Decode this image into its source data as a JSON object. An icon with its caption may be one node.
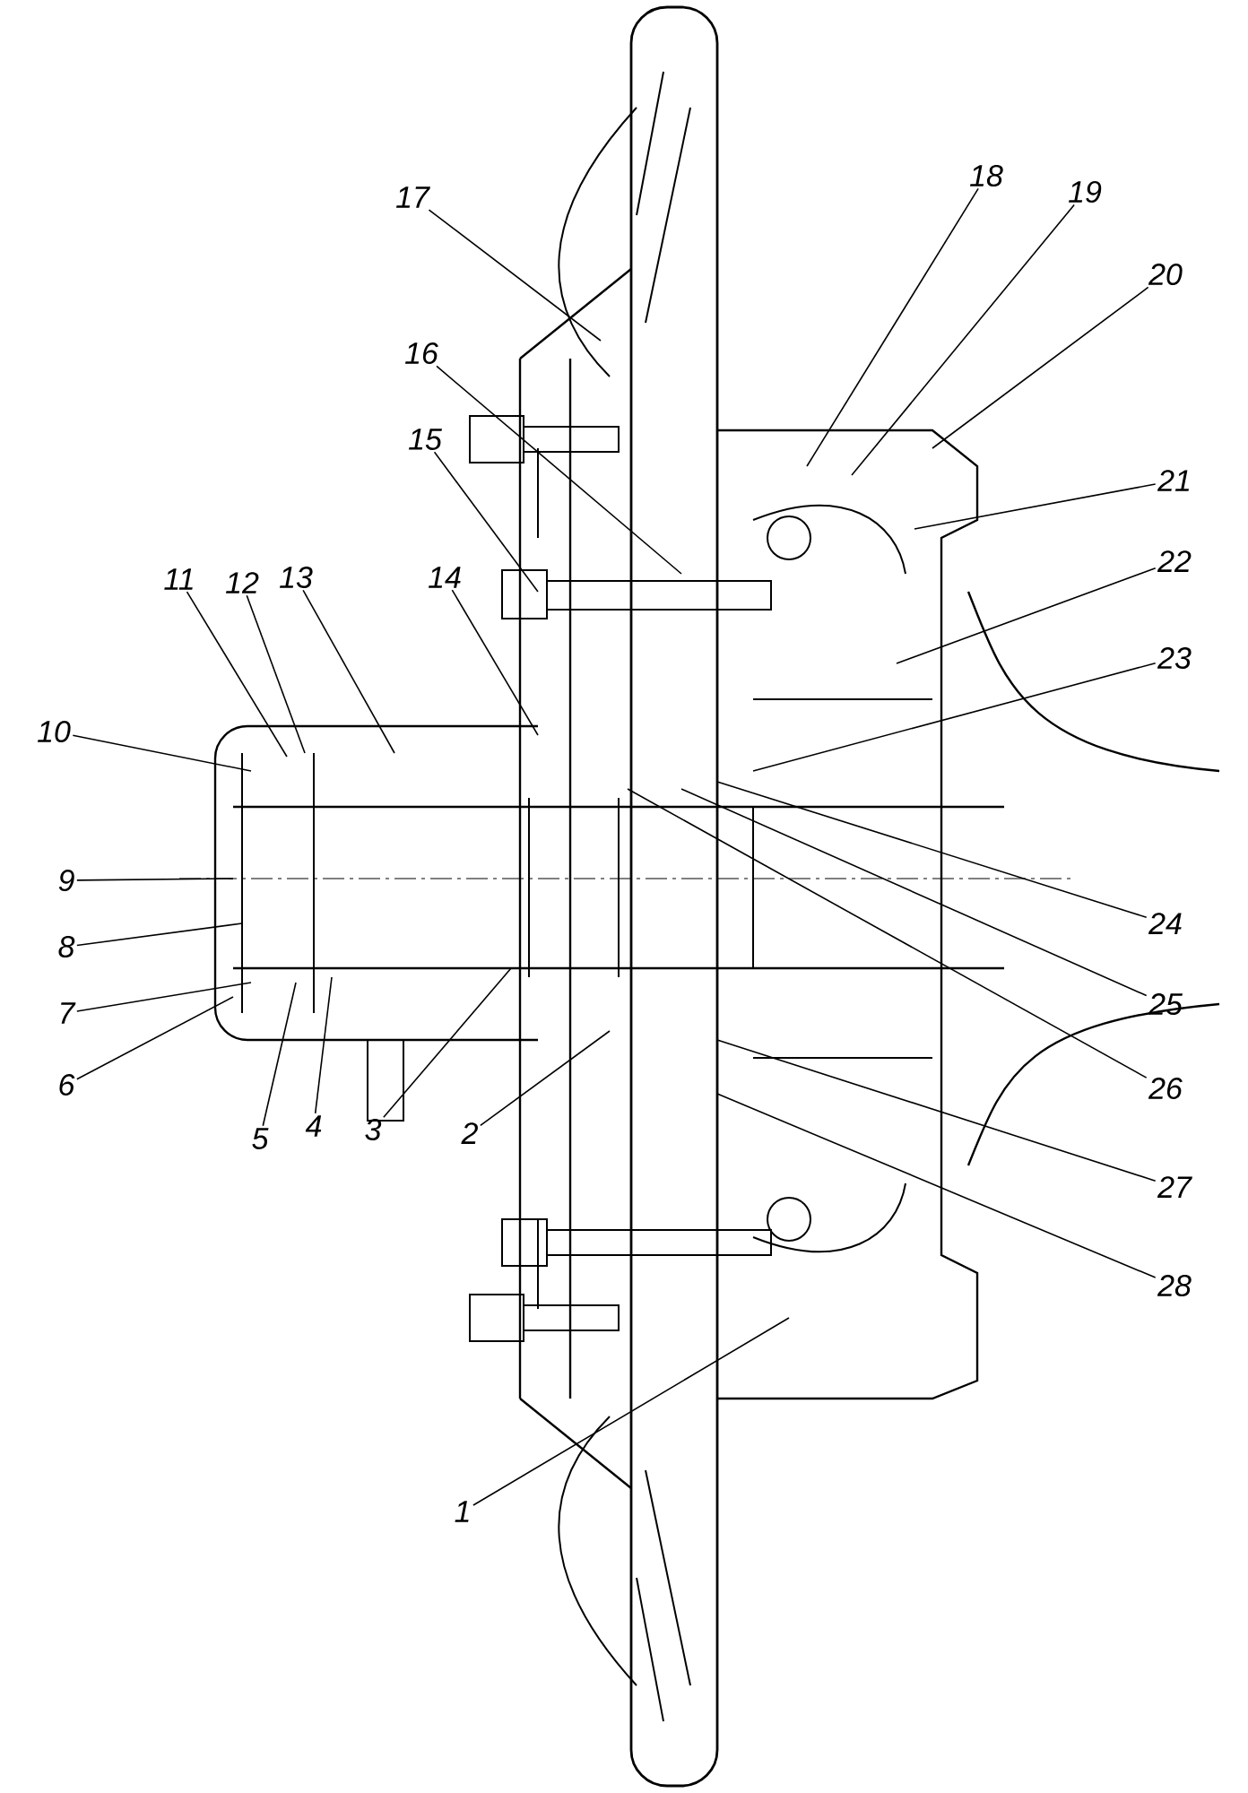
{
  "diagram": {
    "nodes": [
      {
        "text": [
          "1"
        ]
      },
      {
        "text": [
          "2"
        ]
      },
      {
        "text": [
          "3"
        ]
      },
      {
        "text": [
          "4"
        ]
      },
      {
        "text": [
          "5"
        ]
      },
      {
        "text": [
          "6"
        ]
      },
      {
        "text": [
          "7"
        ]
      },
      {
        "text": [
          "8"
        ]
      },
      {
        "text": [
          "9"
        ]
      },
      {
        "text": [
          "10"
        ]
      },
      {
        "text": [
          "11"
        ]
      },
      {
        "text": [
          "12"
        ]
      },
      {
        "text": [
          "13"
        ]
      },
      {
        "text": [
          "14"
        ]
      },
      {
        "text": [
          "15"
        ]
      },
      {
        "text": [
          "16"
        ]
      },
      {
        "text": [
          "17"
        ]
      },
      {
        "text": [
          "18"
        ]
      },
      {
        "text": [
          "19"
        ]
      },
      {
        "text": [
          "20"
        ]
      },
      {
        "text": [
          "21"
        ]
      },
      {
        "text": [
          "22"
        ]
      },
      {
        "text": [
          "23"
        ]
      },
      {
        "text": [
          "24"
        ]
      },
      {
        "text": [
          "25"
        ]
      },
      {
        "text": [
          "26"
        ]
      },
      {
        "text": [
          "27"
        ]
      },
      {
        "text": [
          "28"
        ]
      }
    ],
    "edges": [
      {
        "from": 0,
        "to": null,
        "arrow": "none"
      },
      {
        "from": 1,
        "to": null,
        "arrow": "none"
      },
      {
        "from": 2,
        "to": null,
        "arrow": "none"
      },
      {
        "from": 3,
        "to": null,
        "arrow": "none"
      },
      {
        "from": 4,
        "to": null,
        "arrow": "none"
      },
      {
        "from": 5,
        "to": null,
        "arrow": "none"
      },
      {
        "from": 6,
        "to": null,
        "arrow": "none"
      },
      {
        "from": 7,
        "to": null,
        "arrow": "none"
      },
      {
        "from": 8,
        "to": null,
        "arrow": "none"
      },
      {
        "from": 9,
        "to": null,
        "arrow": "none"
      },
      {
        "from": 10,
        "to": null,
        "arrow": "none"
      },
      {
        "from": 11,
        "to": null,
        "arrow": "none"
      },
      {
        "from": 12,
        "to": null,
        "arrow": "none"
      },
      {
        "from": 13,
        "to": null,
        "arrow": "none"
      },
      {
        "from": 14,
        "to": null,
        "arrow": "none"
      },
      {
        "from": 15,
        "to": null,
        "arrow": "none"
      },
      {
        "from": 16,
        "to": null,
        "arrow": "none"
      },
      {
        "from": 17,
        "to": null,
        "arrow": "none"
      },
      {
        "from": 18,
        "to": null,
        "arrow": "none"
      },
      {
        "from": 19,
        "to": null,
        "arrow": "none"
      },
      {
        "from": 20,
        "to": null,
        "arrow": "none"
      },
      {
        "from": 21,
        "to": null,
        "arrow": "none"
      },
      {
        "from": 22,
        "to": null,
        "arrow": "none"
      },
      {
        "from": 23,
        "to": null,
        "arrow": "none"
      },
      {
        "from": 24,
        "to": null,
        "arrow": "none"
      },
      {
        "from": 25,
        "to": null,
        "arrow": "none"
      },
      {
        "from": 26,
        "to": null,
        "arrow": "none"
      },
      {
        "from": 27,
        "to": null,
        "arrow": "none"
      }
    ]
  }
}
